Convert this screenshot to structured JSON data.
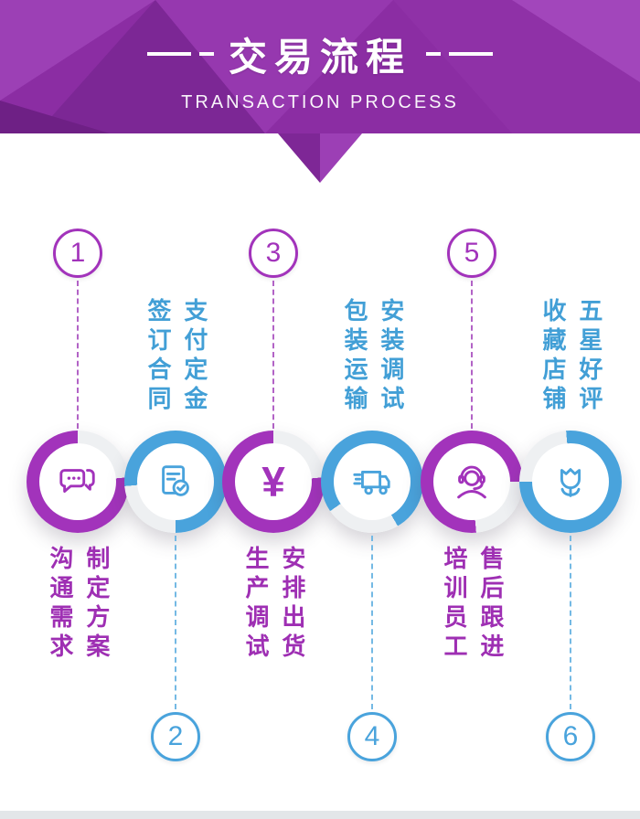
{
  "banner": {
    "title": "交易流程",
    "subtitle": "TRANSACTION PROCESS"
  },
  "colors": {
    "accent_purple": "#a233bb",
    "accent_blue": "#49a3dc",
    "banner_purple": "#8b2da3"
  },
  "steps": [
    {
      "number": "1",
      "icon": "chat-bubbles-icon",
      "phrase1": "沟通需求",
      "phrase2": "制定方案",
      "color": "purple"
    },
    {
      "number": "2",
      "icon": "contract-check-icon",
      "phrase1": "签订合同",
      "phrase2": "支付定金",
      "color": "blue"
    },
    {
      "number": "3",
      "icon": "yuan-currency-icon",
      "glyph": "¥",
      "phrase1": "生产调试",
      "phrase2": "安排出货",
      "color": "purple"
    },
    {
      "number": "4",
      "icon": "delivery-truck-icon",
      "phrase1": "包装运输",
      "phrase2": "安装调试",
      "color": "blue"
    },
    {
      "number": "5",
      "icon": "customer-service-icon",
      "phrase1": "培训员工",
      "phrase2": "售后跟进",
      "color": "purple"
    },
    {
      "number": "6",
      "icon": "flower-icon",
      "phrase1": "收藏店铺",
      "phrase2": "五星好评",
      "color": "blue"
    }
  ]
}
